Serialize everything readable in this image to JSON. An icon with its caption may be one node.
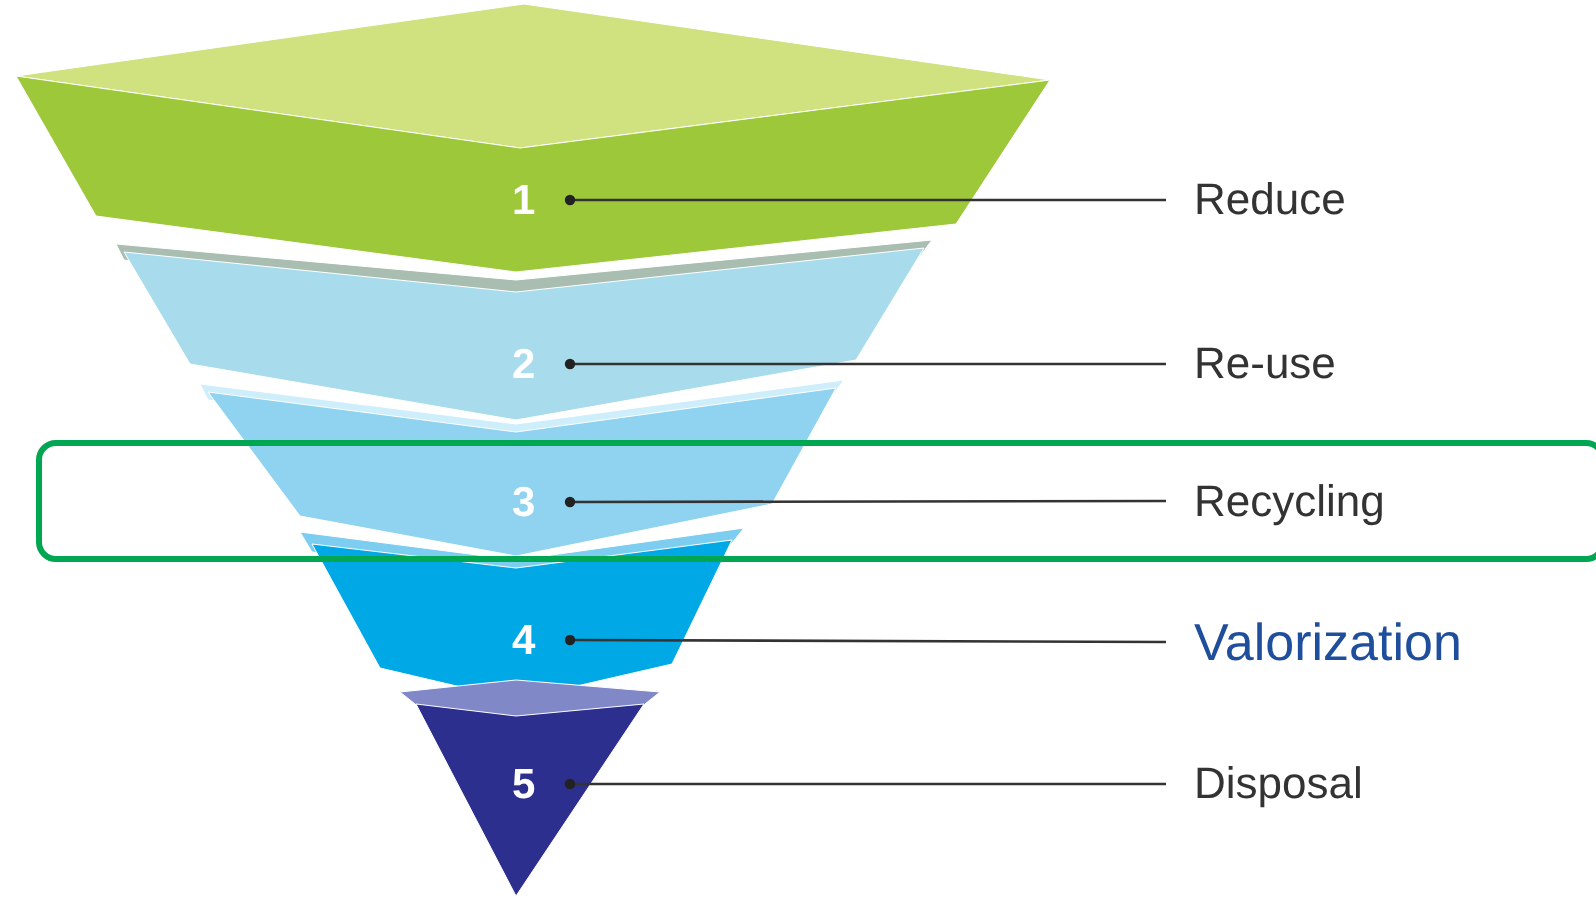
{
  "diagram": {
    "nodes": [
      {
        "text": [
          "1"
        ]
      },
      {
        "text": [
          "2"
        ]
      },
      {
        "text": [
          "3"
        ]
      },
      {
        "text": [
          "4"
        ]
      },
      {
        "text": [
          "5"
        ]
      },
      {
        "text": [
          "Reduce"
        ]
      },
      {
        "text": [
          "Re-use"
        ]
      },
      {
        "text": [
          "Recycling"
        ],
        "in": 10
      },
      {
        "text": [
          "Valorization"
        ]
      },
      {
        "text": [
          "Disposal"
        ]
      },
      {
        "text": [],
        "shape": "box"
      }
    ],
    "edges": [
      {
        "from": 5,
        "to": 0,
        "arrow": "other"
      },
      {
        "from": 6,
        "to": 1,
        "arrow": "other"
      },
      {
        "from": 7,
        "to": 2,
        "arrow": "other"
      },
      {
        "from": 8,
        "to": 3,
        "arrow": "other"
      },
      {
        "from": 9,
        "to": 4,
        "arrow": "other"
      }
    ]
  }
}
